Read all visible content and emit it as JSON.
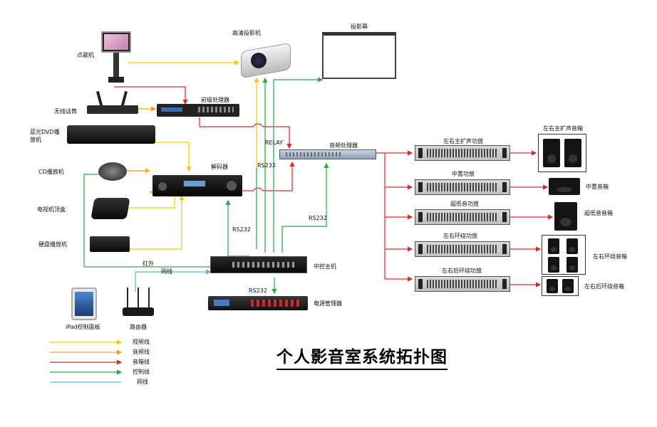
{
  "title": "个人影音室系统拓扑图",
  "devices": {
    "karaoke": "点歌机",
    "projector": "高清投影机",
    "screen": "投影幕",
    "wireless_mic": "无线话筒",
    "preamp": "前级处理器",
    "bluray": "蓝光DVD播放机",
    "cd_player": "CD播放机",
    "decoder": "解码器",
    "audio_processor": "音频处理器",
    "tv_box": "电视机顶盒",
    "hdd_player": "硬盘播放机",
    "central_control": "中控主机",
    "power_manager": "电源管理器",
    "ipad": "iPad控制面板",
    "router": "路由器"
  },
  "amplifiers": [
    "左右主扩声功放",
    "中置功放",
    "超低音功放",
    "左右环绕功放",
    "左右后环绕功放"
  ],
  "speakers": [
    "左右主扩声音箱",
    "中置音箱",
    "超低音音箱",
    "左右环绕音箱",
    "左右后环绕音箱"
  ],
  "connection_labels": {
    "relay": "RELAY",
    "rs232_a": "RS232",
    "rs232_b": "RS232",
    "rs232_c": "RS232",
    "rs232_d": "RS232",
    "infrared": "红外",
    "network": "网线"
  },
  "legend": [
    {
      "label": "视频线",
      "color": "#f5c518"
    },
    {
      "label": "音频线",
      "color": "#f0a020"
    },
    {
      "label": "音箱线",
      "color": "#d62c2c"
    },
    {
      "label": "控制线",
      "color": "#2aa84a"
    },
    {
      "label": "网线",
      "color": "#5ab4e0"
    }
  ],
  "colors": {
    "video": "#f5c518",
    "audio": "#f0a020",
    "speaker": "#d62c2c",
    "control": "#2aa84a",
    "network": "#5ab4e0"
  }
}
